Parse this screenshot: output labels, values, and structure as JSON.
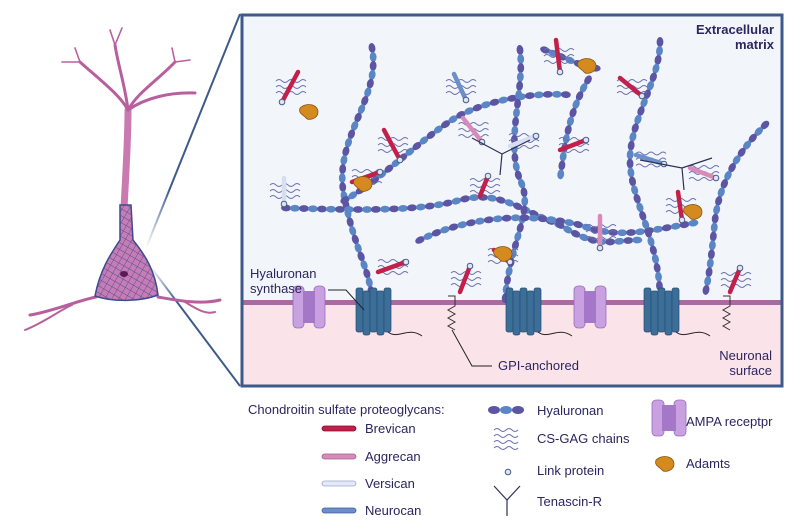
{
  "panel": {
    "title_line1": "Extracellular",
    "title_line2": "matrix",
    "label_synthase_line1": "Hyaluronan",
    "label_synthase_line2": "synthase",
    "label_gpi": "GPI-anchored",
    "label_surface_line1": "Neuronal",
    "label_surface_line2": "surface"
  },
  "colors": {
    "brevican": "#c2204a",
    "aggrecan": "#d98ab8",
    "versican": "#d6def2",
    "neurocan": "#6b8fc8",
    "hyaluronan_dark": "#5b55a3",
    "hyaluronan_light": "#5b86c6",
    "adamts": "#d48a1e",
    "ampa": "#b98ad6",
    "synthase": "#3d6e98",
    "panel_border": "#3d5a8a",
    "ecm_bg": "#f2f6fa",
    "cytoplasm_bg": "#fbe3ea",
    "membrane": "#a86aa0",
    "neuron": "#c97ab0"
  },
  "legend": {
    "csp_title": "Chondroitin sulfate proteoglycans:",
    "csp_items": [
      {
        "label": "Brevican",
        "icon": "brevican-bar"
      },
      {
        "label": "Aggrecan",
        "icon": "aggrecan-bar"
      },
      {
        "label": "Versican",
        "icon": "versican-bar"
      },
      {
        "label": "Neurocan",
        "icon": "neurocan-bar"
      }
    ],
    "other_items": [
      {
        "label": "Hyaluronan",
        "icon": "hyaluronan-chain-icon"
      },
      {
        "label": "CS-GAG chains",
        "icon": "wavy-chains-icon"
      },
      {
        "label": "Link protein",
        "icon": "link-protein-icon"
      },
      {
        "label": "Tenascin-R",
        "icon": "tenascin-icon"
      }
    ],
    "extra_items": [
      {
        "label": "AMPA receptpr",
        "icon": "ampa-receptor-icon"
      },
      {
        "label": "Adamts",
        "icon": "adamts-icon"
      }
    ]
  }
}
